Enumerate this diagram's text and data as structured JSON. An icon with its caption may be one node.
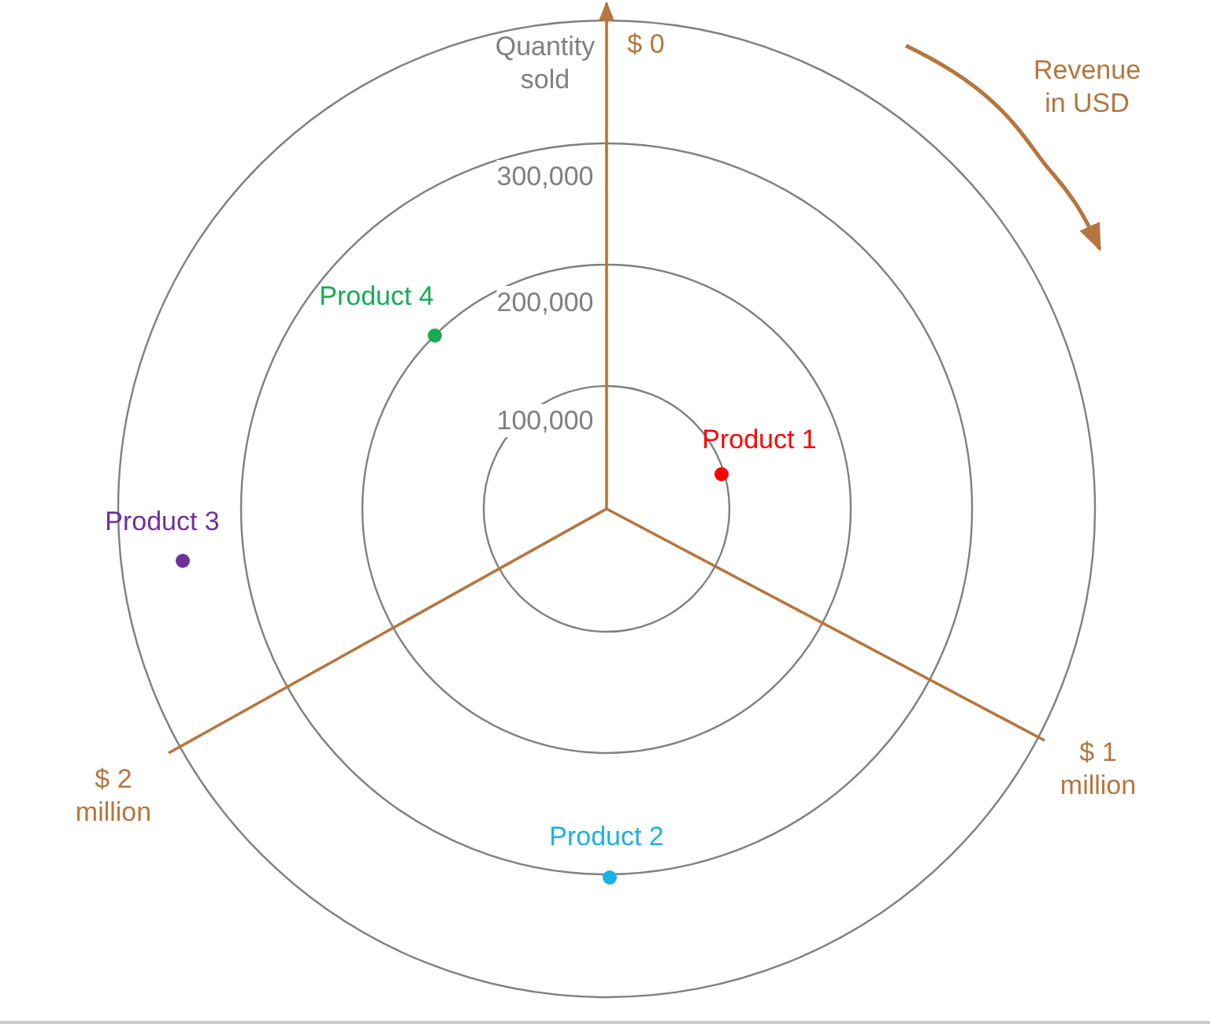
{
  "diagram": {
    "labels": [
      "Quantity sold",
      "$ 0",
      "Revenue in USD",
      "300,000",
      "Product 4",
      "200,000",
      "100,000",
      "Product 1",
      "Product 3",
      "$ 1 million",
      "$ 2 million",
      "Product 2"
    ]
  }
}
